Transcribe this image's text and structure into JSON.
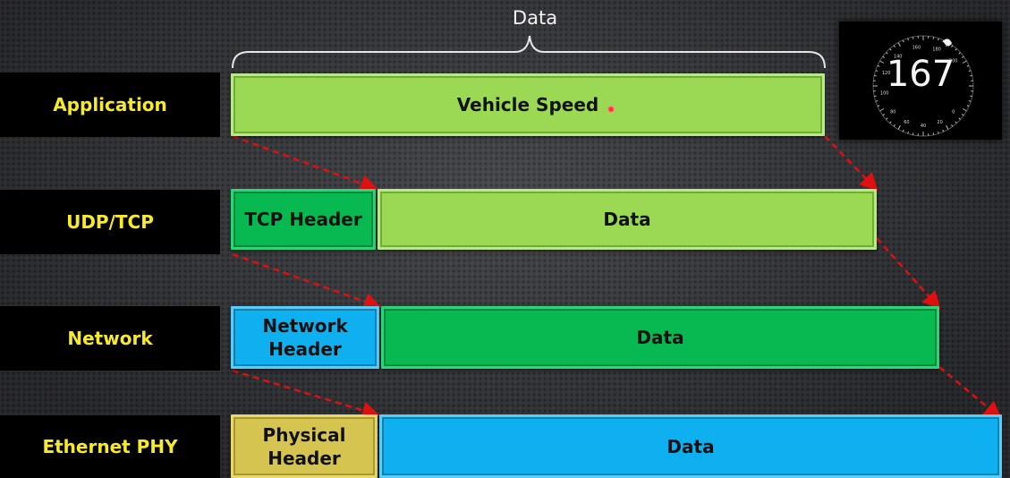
{
  "top_label": "Data",
  "layers": [
    {
      "label": "Application",
      "blocks": [
        {
          "text": "Vehicle Speed",
          "color": "lime"
        }
      ]
    },
    {
      "label": "UDP/TCP",
      "blocks": [
        {
          "text": "TCP Header",
          "color": "green"
        },
        {
          "text": "Data",
          "color": "lime"
        }
      ]
    },
    {
      "label": "Network",
      "blocks": [
        {
          "text": "Network Header",
          "color": "cyan"
        },
        {
          "text": "Data",
          "color": "green"
        }
      ]
    },
    {
      "label": "Ethernet PHY",
      "blocks": [
        {
          "text": "Physical Header",
          "color": "gold"
        },
        {
          "text": "Data",
          "color": "cyan"
        }
      ]
    }
  ],
  "gauge": {
    "value": "167",
    "ticks": [
      "160",
      "180",
      "200",
      "140",
      "120",
      "100",
      "80",
      "60",
      "40",
      "20",
      "0"
    ]
  },
  "colors": {
    "label_bg": "#000000",
    "label_text": "#f6ea2b",
    "lime": "#9bd954",
    "green": "#08b850",
    "cyan": "#0fb0ef",
    "gold": "#d5c450",
    "arrow": "#e01010"
  }
}
